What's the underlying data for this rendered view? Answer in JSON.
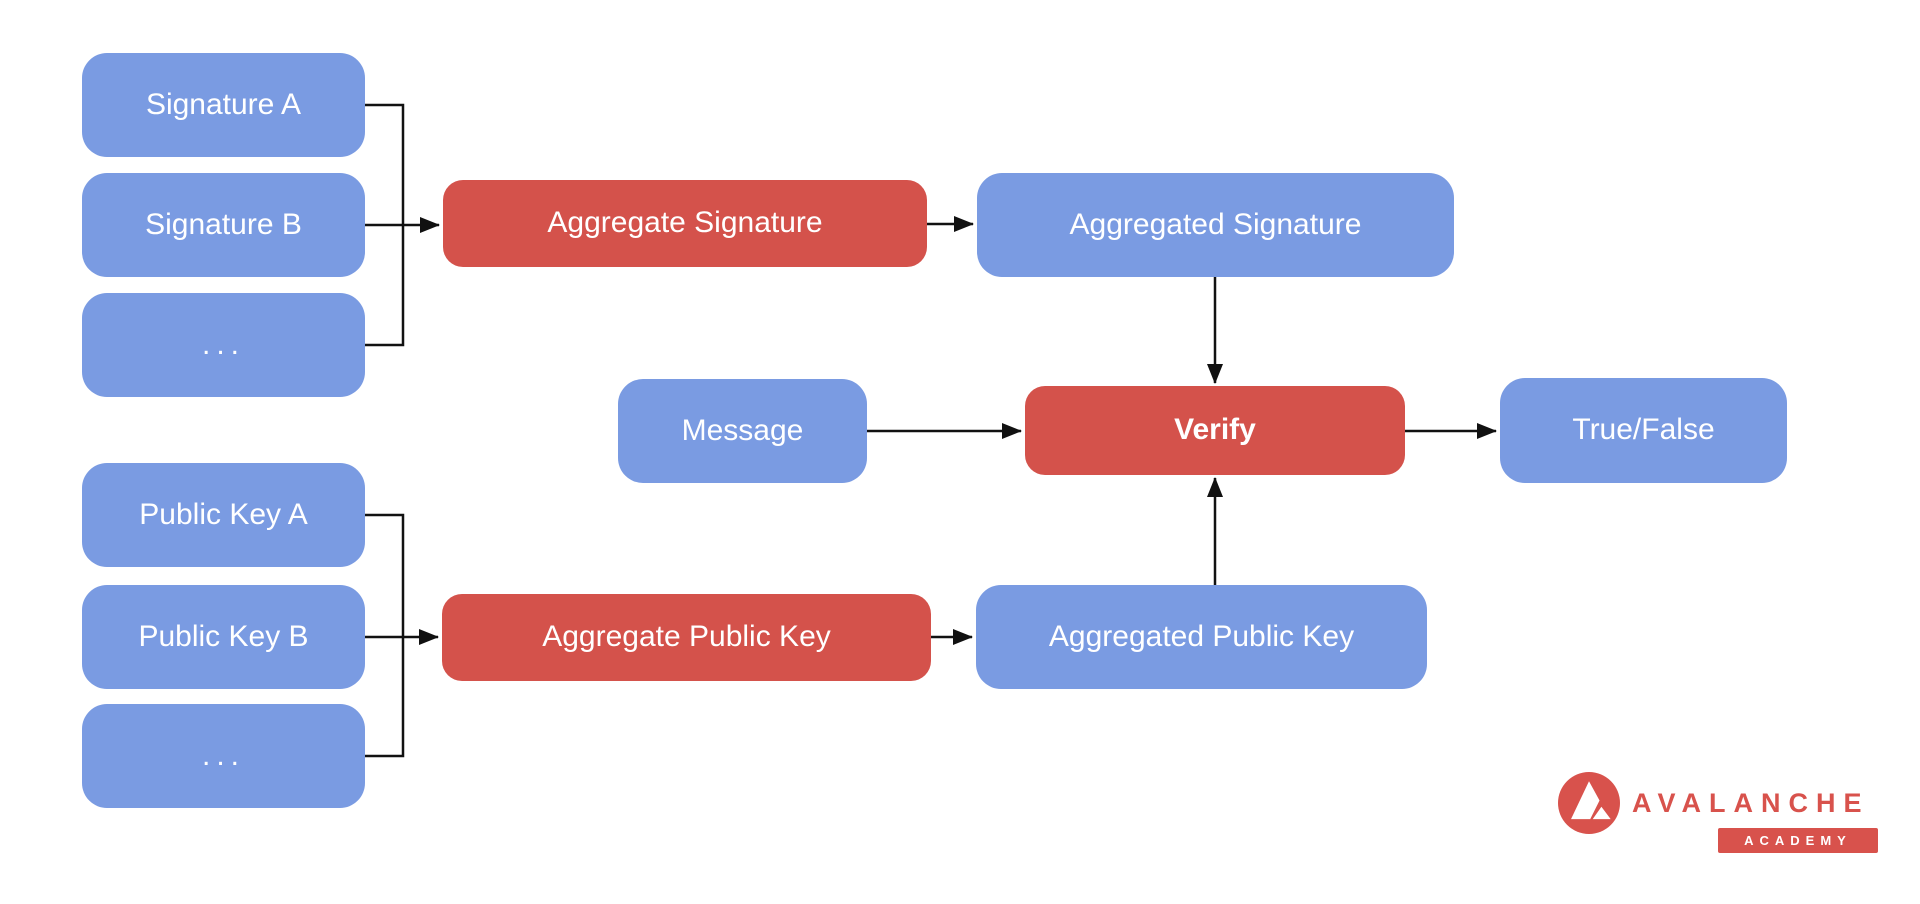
{
  "diagram": {
    "nodes": {
      "signature_a": {
        "label": "Signature A",
        "color": "blue"
      },
      "signature_b": {
        "label": "Signature B",
        "color": "blue"
      },
      "signature_more": {
        "label": "...",
        "color": "blue"
      },
      "aggregate_signature": {
        "label": "Aggregate Signature",
        "color": "red"
      },
      "aggregated_signature": {
        "label": "Aggregated Signature",
        "color": "blue"
      },
      "message": {
        "label": "Message",
        "color": "blue"
      },
      "verify": {
        "label": "Verify",
        "color": "red",
        "bold": true
      },
      "true_false": {
        "label": "True/False",
        "color": "blue"
      },
      "public_key_a": {
        "label": "Public Key A",
        "color": "blue"
      },
      "public_key_b": {
        "label": "Public Key B",
        "color": "blue"
      },
      "public_key_more": {
        "label": "...",
        "color": "blue"
      },
      "aggregate_public_key": {
        "label": "Aggregate Public Key",
        "color": "red"
      },
      "aggregated_public_key": {
        "label": "Aggregated Public Key",
        "color": "blue"
      }
    },
    "edges": [
      {
        "from": "Signature A",
        "to": "Aggregate Signature"
      },
      {
        "from": "Signature B",
        "to": "Aggregate Signature"
      },
      {
        "from": "... (signatures)",
        "to": "Aggregate Signature"
      },
      {
        "from": "Aggregate Signature",
        "to": "Aggregated Signature"
      },
      {
        "from": "Aggregated Signature",
        "to": "Verify"
      },
      {
        "from": "Message",
        "to": "Verify"
      },
      {
        "from": "Public Key A",
        "to": "Aggregate Public Key"
      },
      {
        "from": "Public Key B",
        "to": "Aggregate Public Key"
      },
      {
        "from": "... (public keys)",
        "to": "Aggregate Public Key"
      },
      {
        "from": "Aggregate Public Key",
        "to": "Aggregated Public Key"
      },
      {
        "from": "Aggregated Public Key",
        "to": "Verify"
      },
      {
        "from": "Verify",
        "to": "True/False"
      }
    ],
    "colors": {
      "node_blue": "#7A9BE2",
      "node_red": "#D4524B",
      "label_text": "#FFFFFF",
      "connector": "#111111",
      "background": "#FFFFFF"
    }
  },
  "logo": {
    "brand": "AVALANCHE",
    "sub": "ACADEMY",
    "color": "#D8524C",
    "mark": "avalanche-triangle-logo"
  }
}
